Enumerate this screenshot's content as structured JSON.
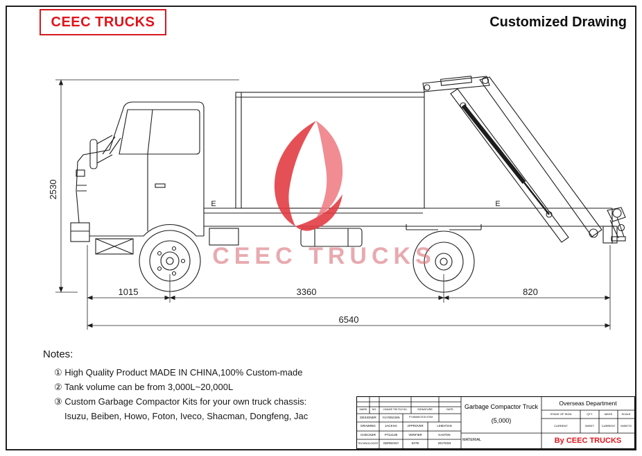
{
  "colors": {
    "brand_red": "#e0141b",
    "watermark_pink": "#d96d76",
    "line_black": "#1c1c1c"
  },
  "header": {
    "brand": "CEEC TRUCKS",
    "title": "Customized Drawing"
  },
  "drawing": {
    "watermark": "CEEC TRUCKS",
    "dims": {
      "height": "2530",
      "front": "1015",
      "wheelbase": "3360",
      "rear": "820",
      "total": "6540"
    },
    "marks": [
      "E",
      "E"
    ]
  },
  "notes": {
    "heading": "Notes:",
    "items": [
      "① High Quality Product MADE IN CHINA,100% Custom-made",
      "② Tank volume can be from 3,000L~20,000L",
      "③ Custom Garbage Compactor Kits for your own truck chassis:",
      "Isuzu, Beiben, Howo, Foton, Iveco, Shacman, Dongfeng, Jac"
    ]
  },
  "title_block": {
    "sign_header": [
      "MARK",
      "NO.",
      "CHANGE THE FILE NO.",
      "SIGNATURE",
      "DATE"
    ],
    "rows": [
      [
        "DESIGNER",
        "YUYONGXIN",
        "FY15MAKCE15.47GM",
        ""
      ],
      [
        "DRAWING",
        "JACKHA",
        "APPROVER",
        "LIHEATIAN"
      ],
      [
        "CHECKER",
        "PT12139",
        "VERIFIER",
        "KASTON"
      ],
      [
        "TECHNOLOGIST",
        "GERMANY",
        "DATE",
        "20170319"
      ]
    ],
    "product_name": "Garbage Compactor Truck",
    "product_capacity": "(5,000)",
    "material_label": "MATERIAL",
    "department": "Overseas Department",
    "stage_header": [
      "STAGE OF SIGN",
      "QTY",
      "MASS",
      "SCALE"
    ],
    "sheet_row": [
      "CURRENT",
      "SHEET",
      "CURRENT",
      "SHEETS"
    ],
    "by_label": "By CEEC TRUCKS"
  }
}
